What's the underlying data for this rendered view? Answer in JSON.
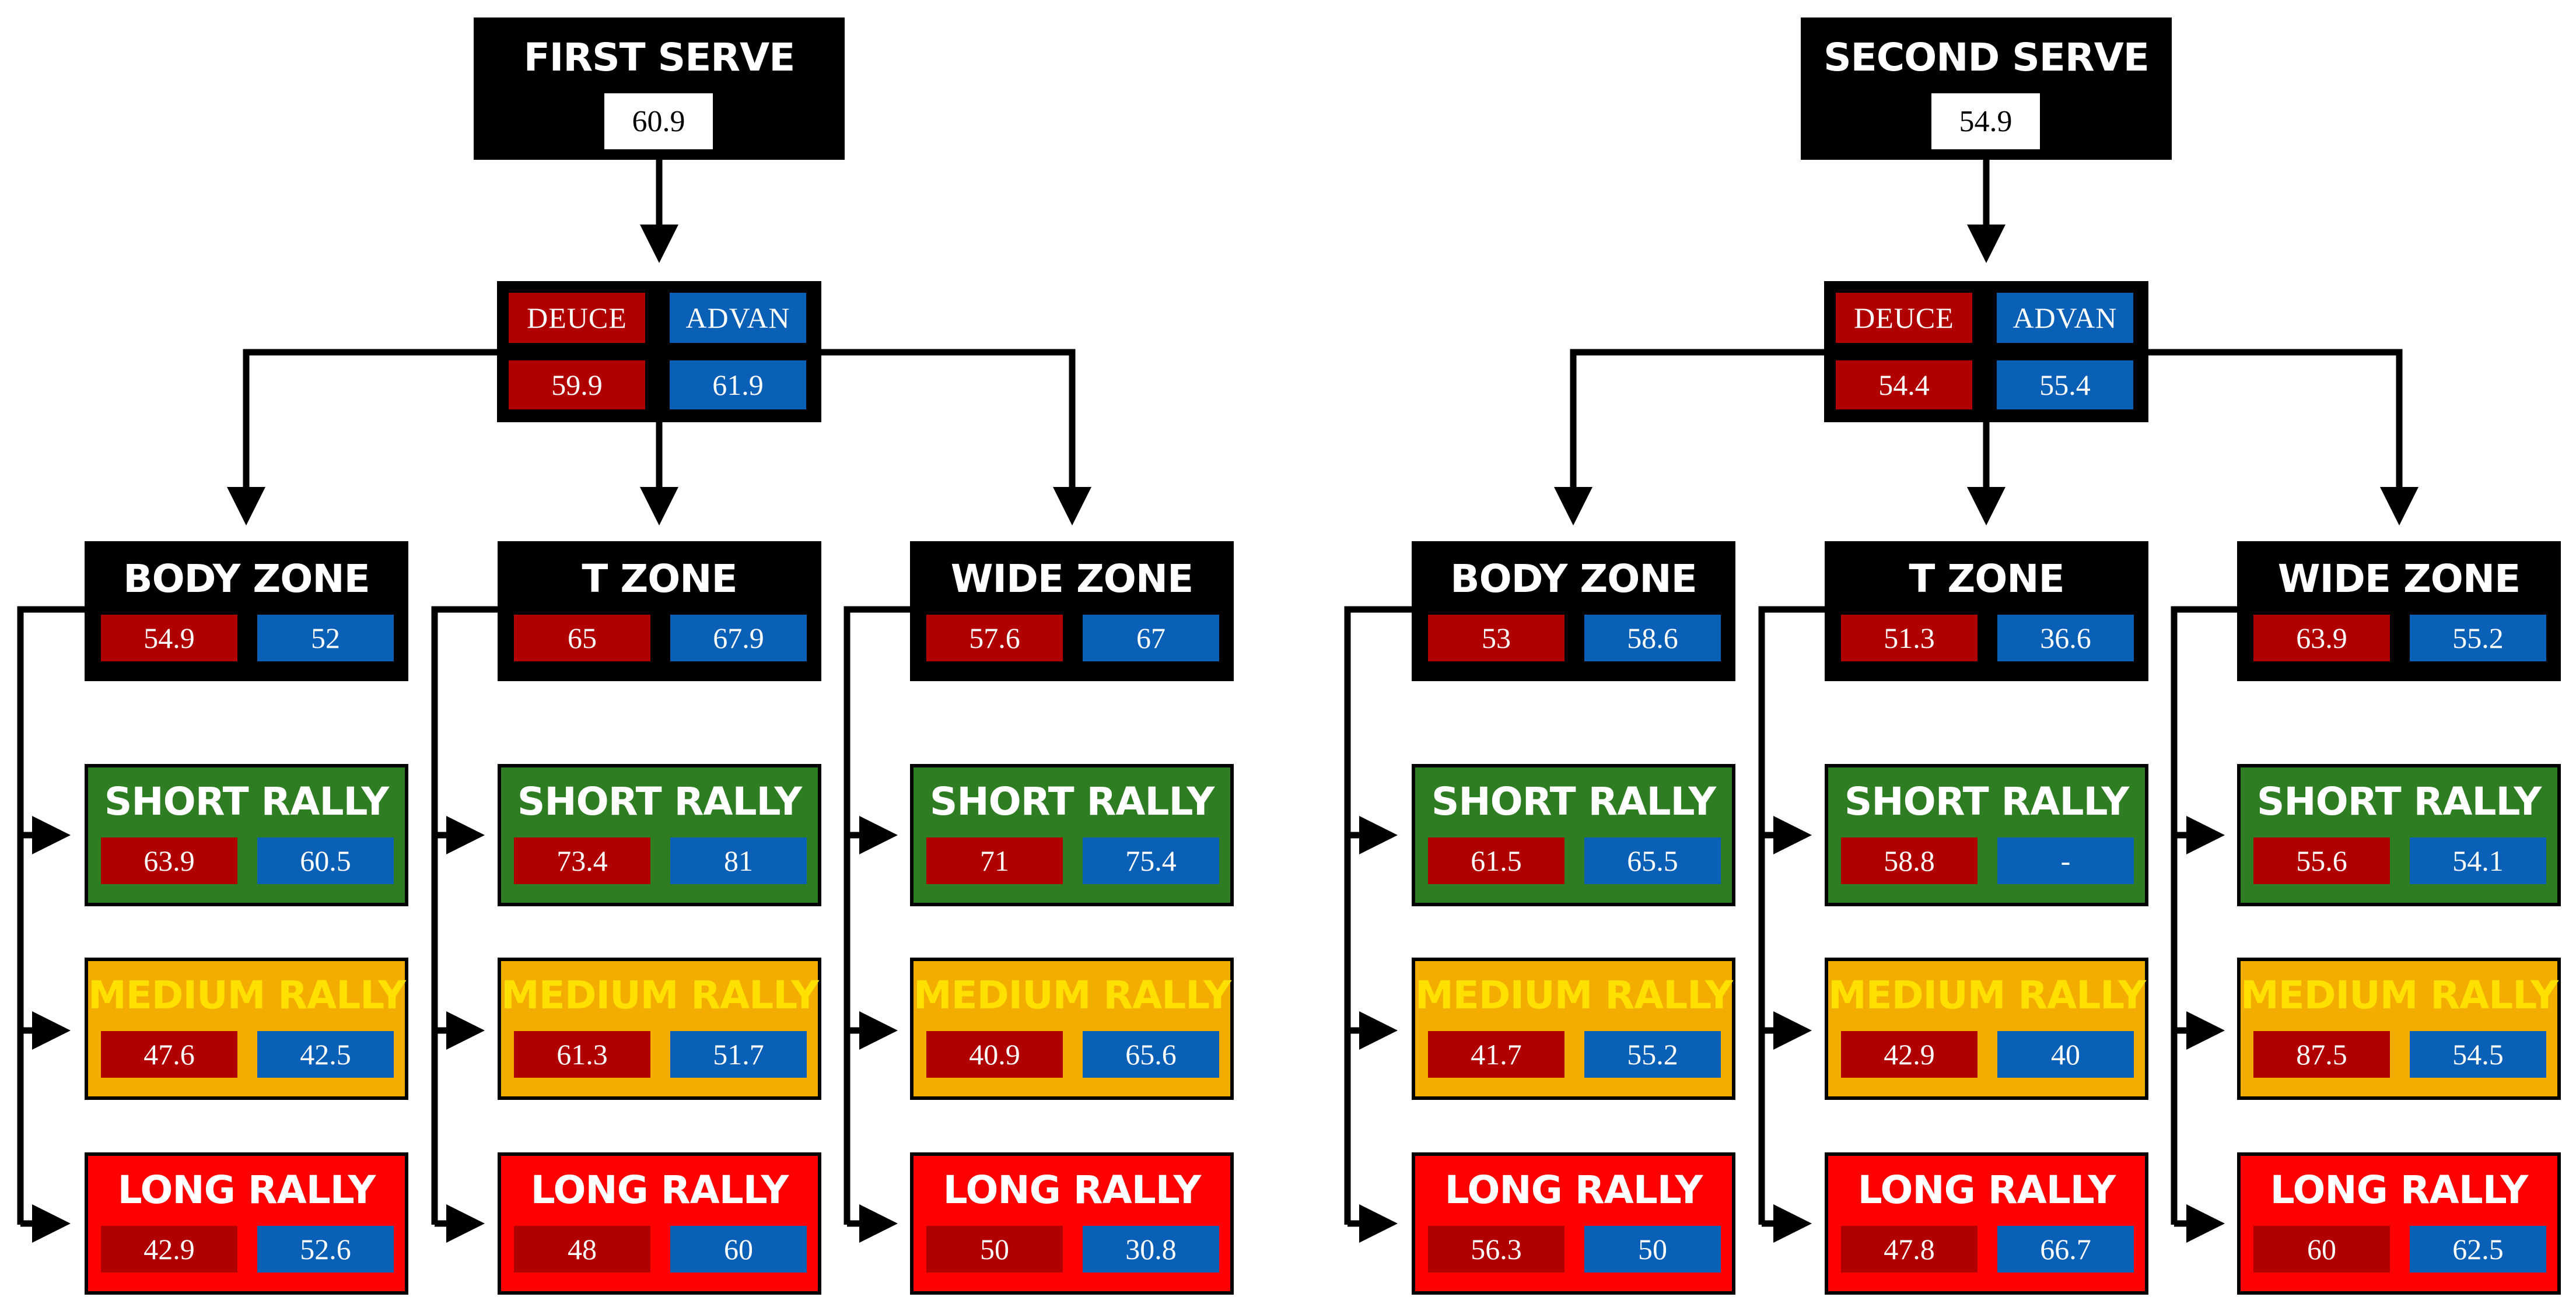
{
  "colors": {
    "deuce": "#b10000",
    "advantage": "#0a5fb6",
    "short_rally": "#2e7d22",
    "medium_rally": "#f3ad00",
    "long_rally": "#ff0000",
    "medium_rally_title": "#ffe000"
  },
  "trees": [
    {
      "title": "FIRST SERVE",
      "value": "60.9",
      "split": {
        "deuce_label": "DEUCE",
        "adv_label": "ADVAN",
        "deuce": "59.9",
        "adv": "61.9"
      },
      "zones": [
        {
          "title": "BODY ZONE",
          "deuce": "54.9",
          "adv": "52",
          "rallies": [
            {
              "title": "SHORT RALLY",
              "deuce": "63.9",
              "adv": "60.5"
            },
            {
              "title": "MEDIUM RALLY",
              "deuce": "47.6",
              "adv": "42.5"
            },
            {
              "title": "LONG RALLY",
              "deuce": "42.9",
              "adv": "52.6"
            }
          ]
        },
        {
          "title": "T ZONE",
          "deuce": "65",
          "adv": "67.9",
          "rallies": [
            {
              "title": "SHORT RALLY",
              "deuce": "73.4",
              "adv": "81"
            },
            {
              "title": "MEDIUM RALLY",
              "deuce": "61.3",
              "adv": "51.7"
            },
            {
              "title": "LONG RALLY",
              "deuce": "48",
              "adv": "60"
            }
          ]
        },
        {
          "title": "WIDE ZONE",
          "deuce": "57.6",
          "adv": "67",
          "rallies": [
            {
              "title": "SHORT RALLY",
              "deuce": "71",
              "adv": "75.4"
            },
            {
              "title": "MEDIUM RALLY",
              "deuce": "40.9",
              "adv": "65.6"
            },
            {
              "title": "LONG RALLY",
              "deuce": "50",
              "adv": "30.8"
            }
          ]
        }
      ]
    },
    {
      "title": "SECOND SERVE",
      "value": "54.9",
      "split": {
        "deuce_label": "DEUCE",
        "adv_label": "ADVAN",
        "deuce": "54.4",
        "adv": "55.4"
      },
      "zones": [
        {
          "title": "BODY ZONE",
          "deuce": "53",
          "adv": "58.6",
          "rallies": [
            {
              "title": "SHORT RALLY",
              "deuce": "61.5",
              "adv": "65.5"
            },
            {
              "title": "MEDIUM RALLY",
              "deuce": "41.7",
              "adv": "55.2"
            },
            {
              "title": "LONG RALLY",
              "deuce": "56.3",
              "adv": "50"
            }
          ]
        },
        {
          "title": "T ZONE",
          "deuce": "51.3",
          "adv": "36.6",
          "rallies": [
            {
              "title": "SHORT RALLY",
              "deuce": "58.8",
              "adv": "-"
            },
            {
              "title": "MEDIUM RALLY",
              "deuce": "42.9",
              "adv": "40"
            },
            {
              "title": "LONG RALLY",
              "deuce": "47.8",
              "adv": "66.7"
            }
          ]
        },
        {
          "title": "WIDE ZONE",
          "deuce": "63.9",
          "adv": "55.2",
          "rallies": [
            {
              "title": "SHORT RALLY",
              "deuce": "55.6",
              "adv": "54.1"
            },
            {
              "title": "MEDIUM RALLY",
              "deuce": "87.5",
              "adv": "54.5"
            },
            {
              "title": "LONG RALLY",
              "deuce": "60",
              "adv": "62.5"
            }
          ]
        }
      ]
    }
  ]
}
